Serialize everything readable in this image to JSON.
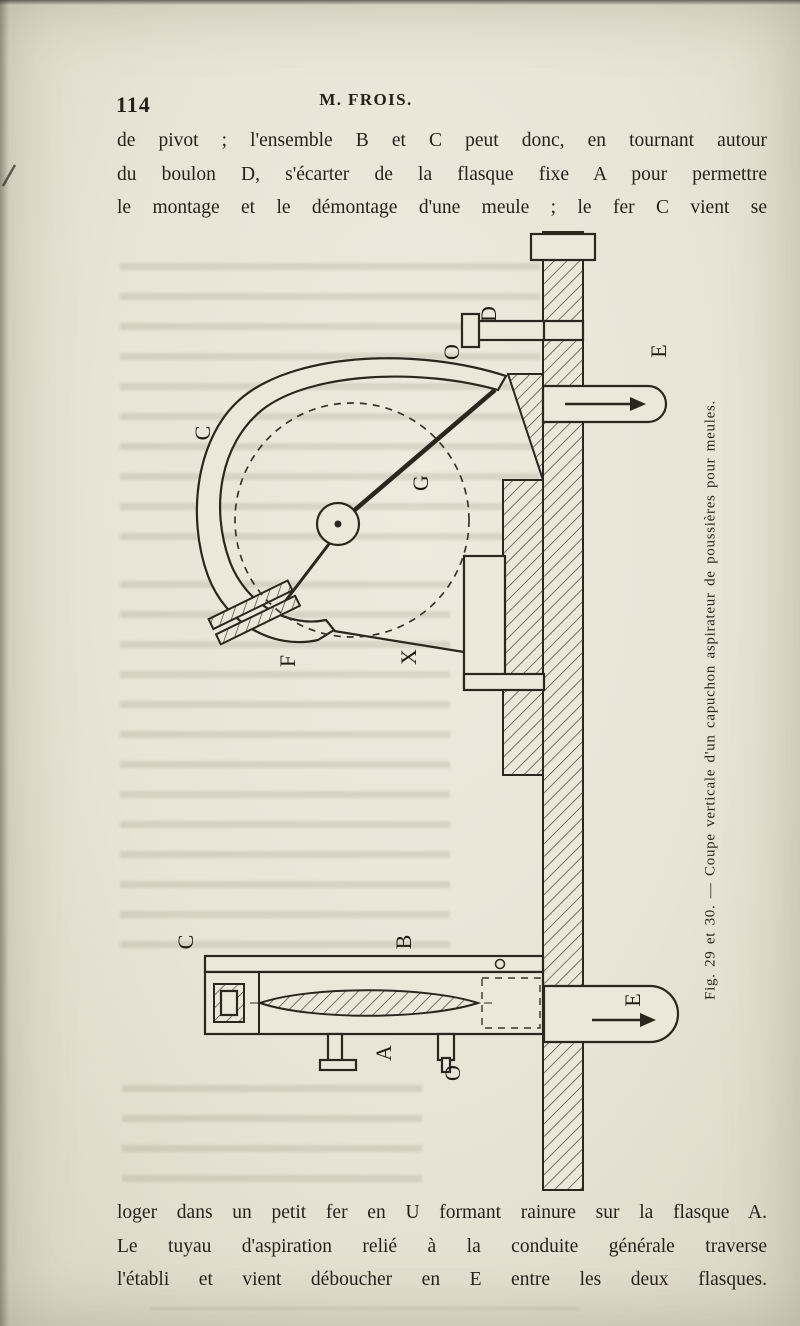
{
  "page": {
    "number": "114",
    "header": "M. FROIS."
  },
  "paragraphs": {
    "top": [
      "de pivot ; l'ensemble B et C peut donc, en tournant autour",
      "du boulon D, s'écarter de la flasque fixe A pour permettre",
      "le montage et le démontage d'une meule ; le fer C vient se"
    ],
    "bottom": [
      "loger dans un petit fer en U formant rainure sur la flasque A.",
      "Le tuyau d'aspiration relié à la conduite générale traverse",
      "l'établi et vient déboucher en E entre les deux flasques."
    ]
  },
  "figure": {
    "caption": "Fig. 29 et 30. — Coupe verticale d'un capuchon aspirateur de poussières pour meules.",
    "upper_labels": [
      "D",
      "O",
      "E",
      "C",
      "G",
      "F",
      "X"
    ],
    "lower_labels": [
      "C",
      "B",
      "A",
      "O",
      "E"
    ]
  }
}
